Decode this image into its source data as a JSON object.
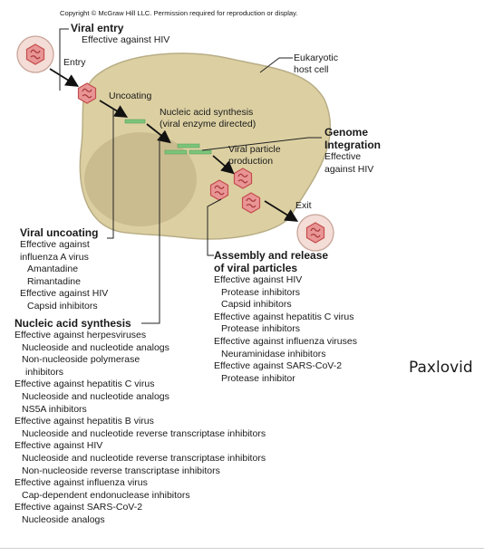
{
  "copyright": "Copyright © McGraw Hill LLC. Permission required for reproduction or display.",
  "cell": {
    "label_line1": "Eukaryotic",
    "label_line2": "host cell"
  },
  "stages": {
    "entry": "Entry",
    "uncoating": "Uncoating",
    "nucleic_line1": "Nucleic acid synthesis",
    "nucleic_line2": "(viral enzyme directed)",
    "production_line1": "Viral particle",
    "production_line2": "production",
    "exit": "Exit"
  },
  "viral_entry": {
    "title": "Viral entry",
    "items": [
      "Effective against HIV"
    ]
  },
  "genome_integration": {
    "title_line1": "Genome",
    "title_line2": "Integration",
    "items": [
      "Effective",
      "against HIV"
    ]
  },
  "viral_uncoating": {
    "title": "Viral uncoating",
    "lines": [
      "Effective against",
      "influenza A virus",
      "Amantadine",
      "Rimantadine",
      "Effective against HIV",
      "Capsid inhibitors"
    ]
  },
  "assembly": {
    "title_line1": "Assembly and release",
    "title_line2": "of viral particles",
    "lines": [
      "Effective against HIV",
      "Protease inhibitors",
      "Capsid inhibitors",
      "Effective against hepatitis C virus",
      "Protease inhibitors",
      "Effective against influenza viruses",
      "Neuraminidase inhibitors",
      "Effective against SARS-CoV-2",
      "Protease inhibitor"
    ]
  },
  "nucleic_acid_synthesis": {
    "title": "Nucleic acid synthesis",
    "lines": [
      "Effective against herpesviruses",
      "Nucleoside and nucleotide analogs",
      "Non-nucleoside polymerase",
      "inhibitors",
      "Effective against hepatitis C virus",
      "Nucleoside and nucleotide analogs",
      "NS5A inhibitors",
      "Effective against hepatitis B virus",
      "Nucleoside and nucleotide reverse transcriptase inhibitors",
      "Effective against HIV",
      "Nucleoside and nucleotide reverse transcriptase inhibitors",
      "Non-nucleoside reverse transcriptase inhibitors",
      "Effective against influenza virus",
      "Cap-dependent endonuclease inhibitors",
      "Effective against SARS-CoV-2",
      "Nucleoside analogs"
    ]
  },
  "side_label": "Paxlovid",
  "colors": {
    "cell": "#dcd0a2",
    "cell_edge": "#b8ad86",
    "nucleus": "#c7b98c",
    "virus_fill": "#e99595",
    "virus_edge": "#c44d4d",
    "strand": "#7cc47c"
  }
}
